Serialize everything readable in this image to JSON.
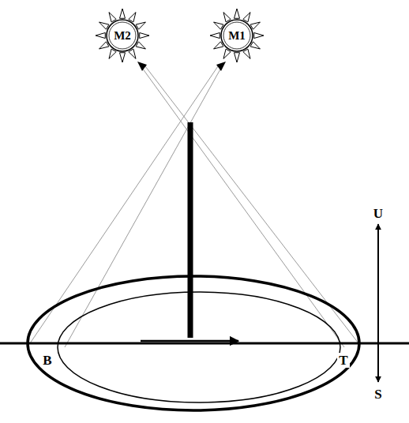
{
  "diagram": {
    "nodes": [
      {
        "text": [
          "M2"
        ]
      },
      {
        "text": [
          "M1"
        ]
      }
    ],
    "labels": [
      "B",
      "T",
      "U",
      "S"
    ]
  }
}
